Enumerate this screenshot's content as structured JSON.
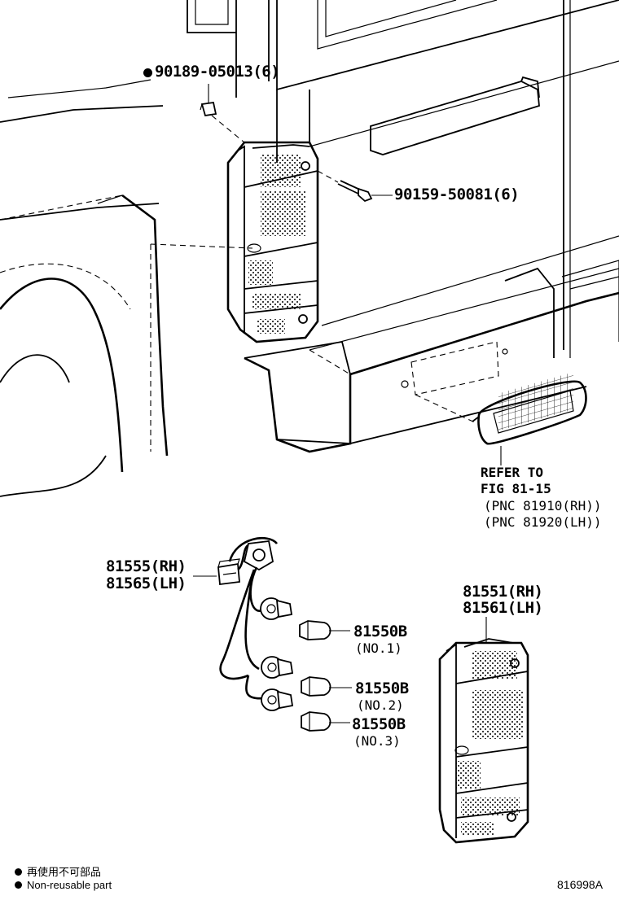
{
  "diagram_title": "",
  "parts": {
    "clip": {
      "mark": "reuse-dot",
      "number": "90189-05013(6)"
    },
    "screw": {
      "number": "90159-50081(6)"
    },
    "reflector_ref": {
      "line1": "REFER TO",
      "line2": "FIG 81-15",
      "line3": "(PNC 81910(RH))",
      "line4": "(PNC 81920(LH))"
    },
    "socket_wire": {
      "rh": "81555(RH)",
      "lh": "81565(LH)"
    },
    "lens_assy": {
      "rh": "81551(RH)",
      "lh": "81561(LH)"
    },
    "bulb1": {
      "number": "81550B",
      "note": "(NO.1)"
    },
    "bulb2": {
      "number": "81550B",
      "note": "(NO.2)"
    },
    "bulb3": {
      "number": "81550B",
      "note": "(NO.3)"
    }
  },
  "legend": {
    "line1": "再使用不可部品",
    "line2": "Non-reusable part"
  },
  "figure_code": "816998A"
}
